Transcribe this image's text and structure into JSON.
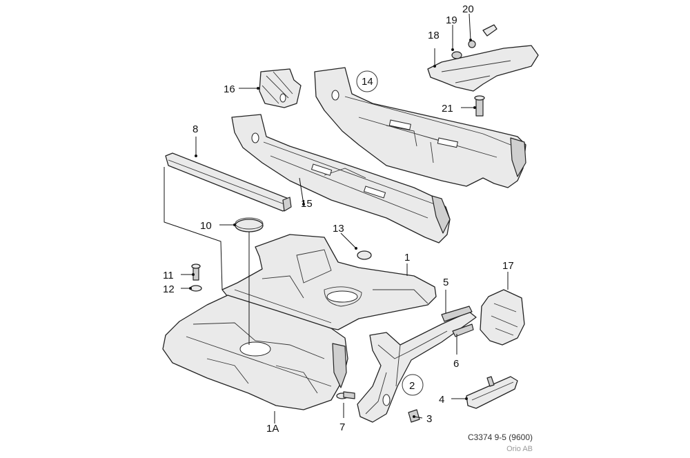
{
  "callouts": {
    "c1": "1",
    "c1a": "1A",
    "c2": "2",
    "c3": "3",
    "c4": "4",
    "c5": "5",
    "c6": "6",
    "c7": "7",
    "c8": "8",
    "c10": "10",
    "c11": "11",
    "c12": "12",
    "c13": "13",
    "c14": "14",
    "c15": "15",
    "c16": "16",
    "c17": "17",
    "c18": "18",
    "c19": "19",
    "c20": "20",
    "c21": "21"
  },
  "caption": {
    "code": "C3374 9-5 (9600)",
    "org": "Orio AB"
  }
}
